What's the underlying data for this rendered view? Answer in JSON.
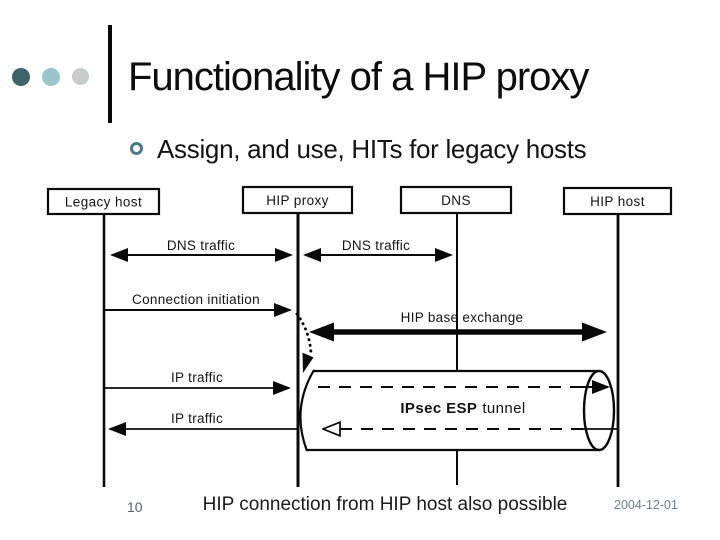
{
  "slide": {
    "title": "Functionality of a HIP proxy",
    "bullet": "Assign, and use, HITs for legacy hosts",
    "caption": "HIP connection from HIP host also possible",
    "page_number": "10",
    "date": "2004-12-01"
  },
  "diagram": {
    "nodes": [
      {
        "label": "Legacy host"
      },
      {
        "label": "HIP proxy"
      },
      {
        "label": "DNS"
      },
      {
        "label": "HIP host"
      }
    ],
    "messages": {
      "dns_traffic_legacy_proxy": "DNS traffic",
      "dns_traffic_proxy_dns": "DNS traffic",
      "connection_initiation": "Connection initiation",
      "hip_base_exchange": "HIP base exchange",
      "ip_traffic_out": "IP traffic",
      "ip_traffic_in": "IP traffic",
      "tunnel_label_bold": "IPsec ESP",
      "tunnel_label_rest": "tunnel"
    }
  },
  "colors": {
    "dot_dark_teal": "#3d6468",
    "dot_light_teal": "#9ac6cb",
    "dot_gray": "#c8cccb",
    "bullet_ring": "#4b7b82",
    "line_black": "#0a0a0a",
    "footer_page": "#50686c",
    "footer_date": "#6a8184"
  }
}
